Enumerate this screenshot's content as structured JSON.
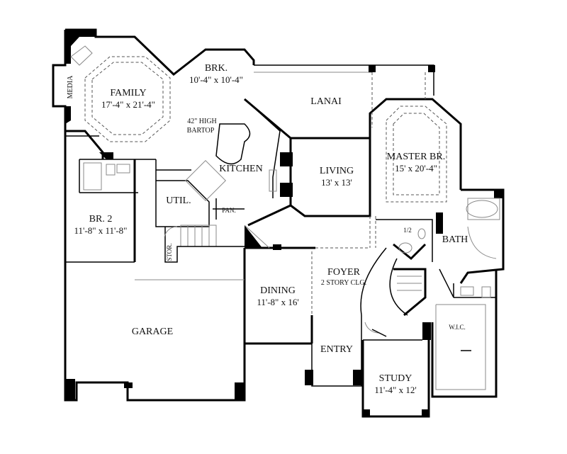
{
  "rooms": {
    "media": "MEDIA",
    "family": {
      "name": "FAMILY",
      "dim": "17'-4\" x 21'-4\""
    },
    "brk": {
      "name": "BRK.",
      "dim": "10'-4\" x 10'-4\""
    },
    "lanai": "LANAI",
    "bartop_line1": "42\" HIGH",
    "bartop_line2": "BARTOP",
    "kitchen": "KITCHEN",
    "living": {
      "name": "LIVING",
      "dim": "13' x 13'"
    },
    "master": {
      "name": "MASTER BR.",
      "dim": "15' x 20'-4\""
    },
    "util": "UTIL.",
    "pan": "PAN.",
    "br2": {
      "name": "BR. 2",
      "dim": "11'-8\" x 11'-8\""
    },
    "stor": "STOR.",
    "half_bath": "1/2",
    "bath": "BATH",
    "foyer": {
      "name": "FOYER",
      "dim": "2 STORY CLG."
    },
    "dining": {
      "name": "DINING",
      "dim": "11'-8\" x 16'"
    },
    "garage": "GARAGE",
    "wic": "W.I.C.",
    "entry": "ENTRY",
    "study": {
      "name": "STUDY",
      "dim": "11'-4\" x 12'"
    }
  }
}
